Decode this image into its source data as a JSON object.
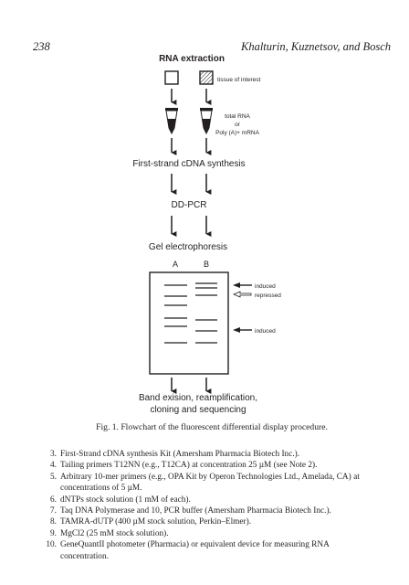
{
  "header": {
    "page_number": "238",
    "authors": "Khalturin, Kuznetsov, and Bosch"
  },
  "figure": {
    "steps": {
      "rna_extraction": "RNA extraction",
      "first_strand": "First-strand cDNA synthesis",
      "ddpcr": "DD-PCR",
      "gel": "Gel electrophoresis",
      "band": [
        "Band exision, reamplification,",
        "cloning and sequencing"
      ]
    },
    "labels": {
      "tissue": "tissue of interest",
      "total_rna": [
        "total RNA",
        "or",
        "Poly (A)+ mRNA"
      ],
      "lane_a": "A",
      "lane_b": "B",
      "induced_1": "induced",
      "repressed": "repressed",
      "induced_2": "induced"
    },
    "caption": "Fig. 1. Flowchart of the fluorescent differential display procedure."
  },
  "list": [
    {
      "num": "3.",
      "text": "First-Strand cDNA synthesis Kit (Amersham Pharmacia Biotech Inc.)."
    },
    {
      "num": "4.",
      "text": "Tailing primers T12NN (e.g., T12CA) at concentration 25 µM (see Note 2)."
    },
    {
      "num": "5.",
      "text": "Arbitrary 10-mer primers (e.g., OPA Kit by Operon Technologies Ltd., Amelada, CA) at concentrations of 5 µM."
    },
    {
      "num": "6.",
      "text": "dNTPs stock solution (1 mM of each)."
    },
    {
      "num": "7.",
      "text": "Taq DNA Polymerase and 10, PCR buffer (Amersham Pharmacia Biotech Inc.)."
    },
    {
      "num": "8.",
      "text": "TAMRA-dUTP (400 µM stock solution, Perkin–Elmer)."
    },
    {
      "num": "9.",
      "text": "MgCl2 (25 mM stock solution)."
    },
    {
      "num": "10.",
      "text": "GeneQuantII photometer (Pharmacia) or equivalent device for measuring RNA concentration."
    }
  ]
}
